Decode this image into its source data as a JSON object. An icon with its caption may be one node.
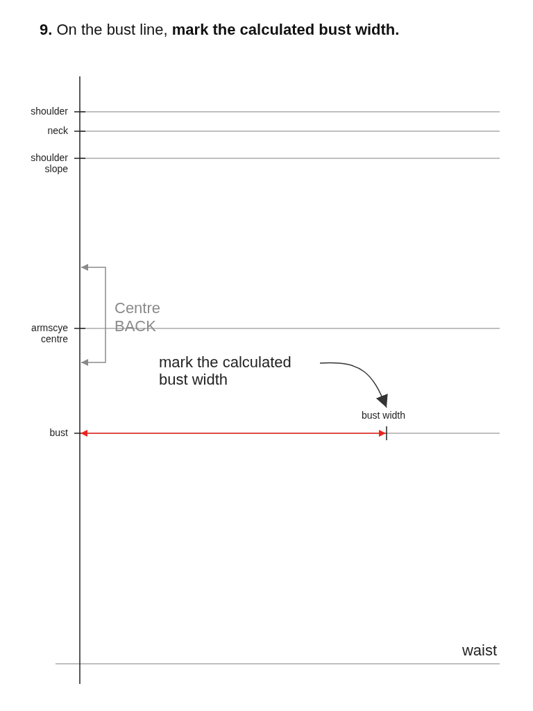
{
  "diagram": {
    "title": "**9.** On the bust line, **mark the calculated bust width.**",
    "nodes": [
      {
        "text": [
          "mark the calculated bust width"
        ]
      },
      {
        "text": [
          "bust width"
        ]
      }
    ],
    "edges": [
      {
        "from": 0,
        "to": 1,
        "arrow": "to"
      }
    ],
    "labels": [
      "shoulder",
      "neck",
      "shoulder slope",
      "Centre BACK",
      "armscye centre",
      "bust",
      "waist"
    ]
  }
}
